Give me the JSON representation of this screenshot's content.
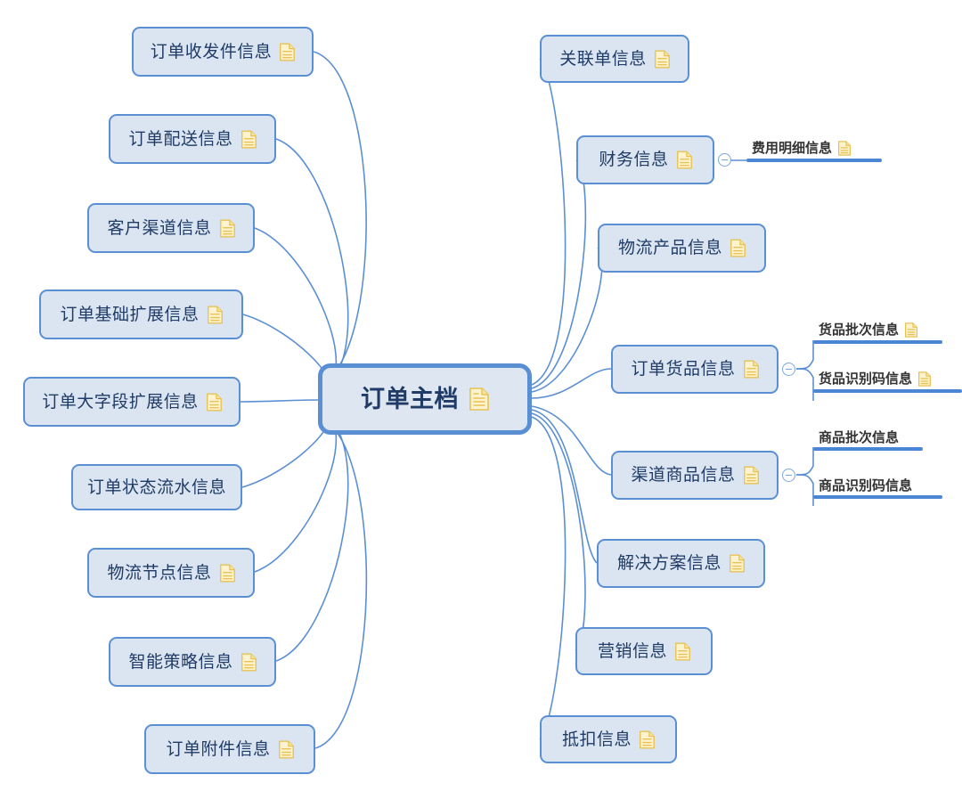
{
  "diagram": {
    "title": "订单主档",
    "type": "mindmap",
    "colors": {
      "node_fill": "#dbe5f1",
      "node_border": "#5b8fd4",
      "node_text": "#1f3b66",
      "leaf_text": "#333333",
      "leaf_rule": "#4a86d4",
      "edge": "#5b8fd4",
      "icon_fill": "#fdf3cf",
      "icon_border": "#e8c254",
      "background": "#ffffff"
    },
    "root": {
      "label": "订单主档",
      "icon": "document-icon"
    },
    "left_branches": [
      {
        "label": "订单收发件信息",
        "icon": "document-icon"
      },
      {
        "label": "订单配送信息",
        "icon": "document-icon"
      },
      {
        "label": "客户渠道信息",
        "icon": "document-icon"
      },
      {
        "label": "订单基础扩展信息",
        "icon": "document-icon"
      },
      {
        "label": "订单大字段扩展信息",
        "icon": "document-icon"
      },
      {
        "label": "订单状态流水信息",
        "icon": null
      },
      {
        "label": "物流节点信息",
        "icon": "document-icon"
      },
      {
        "label": "智能策略信息",
        "icon": "document-icon"
      },
      {
        "label": "订单附件信息",
        "icon": "document-icon"
      }
    ],
    "right_branches": [
      {
        "label": "关联单信息",
        "icon": "document-icon",
        "toggle": null,
        "children": []
      },
      {
        "label": "财务信息",
        "icon": "document-icon",
        "toggle": "collapse-minus",
        "children": [
          {
            "label": "费用明细信息",
            "icon": "document-icon"
          }
        ]
      },
      {
        "label": "物流产品信息",
        "icon": "document-icon",
        "toggle": null,
        "children": []
      },
      {
        "label": "订单货品信息",
        "icon": "document-icon",
        "toggle": "collapse-minus",
        "children": [
          {
            "label": "货品批次信息",
            "icon": "document-icon"
          },
          {
            "label": "货品识别码信息",
            "icon": "document-icon"
          }
        ]
      },
      {
        "label": "渠道商品信息",
        "icon": "document-icon",
        "toggle": "collapse-minus",
        "children": [
          {
            "label": "商品批次信息",
            "icon": null
          },
          {
            "label": "商品识别码信息",
            "icon": null
          }
        ]
      },
      {
        "label": "解决方案信息",
        "icon": "document-icon",
        "toggle": null,
        "children": []
      },
      {
        "label": "营销信息",
        "icon": "document-icon",
        "toggle": null,
        "children": []
      },
      {
        "label": "抵扣信息",
        "icon": "document-icon",
        "toggle": null,
        "children": []
      }
    ]
  }
}
